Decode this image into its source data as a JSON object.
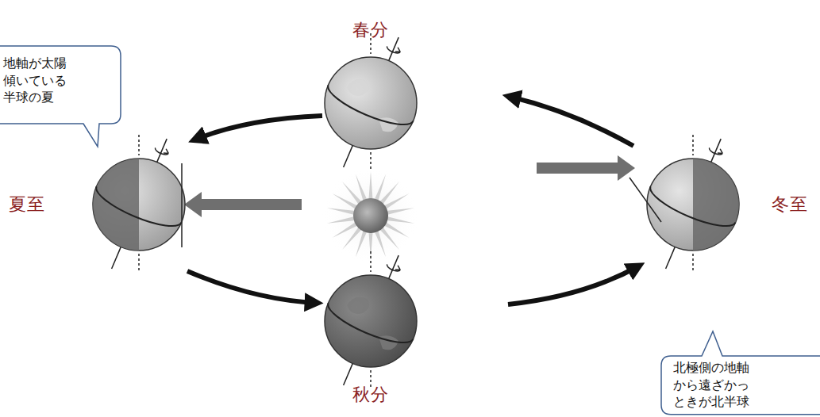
{
  "diagram": {
    "nodes": [
      {
        "text": [
          "地軸が太陽 傾いている 半球の夏"
        ]
      },
      {
        "text": [
          "北極側の地軸 から遠ざかっ ときが北半球"
        ]
      }
    ],
    "labels": [
      "春分",
      "夏至",
      "秋分",
      "冬至"
    ]
  }
}
